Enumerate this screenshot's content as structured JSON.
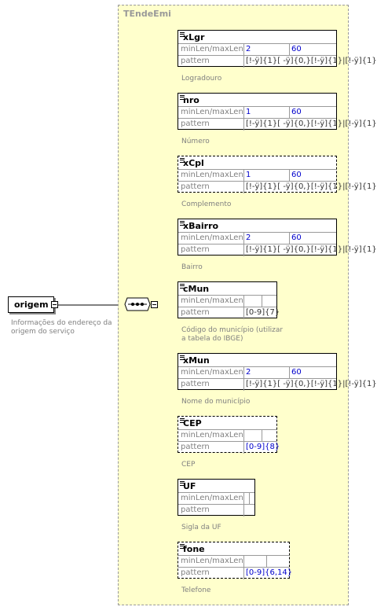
{
  "root": {
    "name": "origem",
    "doc": [
      "Informações do endereço da",
      "origem do serviço"
    ]
  },
  "complex_type": "TEndeEmi",
  "elements": [
    {
      "name": "xLgr",
      "optional": false,
      "min_label": "minLen/maxLen",
      "min": "2",
      "max": "60",
      "pattern_label": "pattern",
      "pattern": "[!-ÿ]{1}[ -ÿ]{0,}[!-ÿ]{1}|[!-ÿ]{1}",
      "doc": [
        "Logradouro"
      ]
    },
    {
      "name": "nro",
      "optional": false,
      "min_label": "minLen/maxLen",
      "min": "1",
      "max": "60",
      "pattern_label": "pattern",
      "pattern": "[!-ÿ]{1}[ -ÿ]{0,}[!-ÿ]{1}|[!-ÿ]{1}",
      "doc": [
        "Número"
      ]
    },
    {
      "name": "xCpl",
      "optional": true,
      "min_label": "minLen/maxLen",
      "min": "1",
      "max": "60",
      "pattern_label": "pattern",
      "pattern": "[!-ÿ]{1}[ -ÿ]{0,}[!-ÿ]{1}|[!-ÿ]{1}",
      "doc": [
        "Complemento"
      ]
    },
    {
      "name": "xBairro",
      "optional": false,
      "min_label": "minLen/maxLen",
      "min": "2",
      "max": "60",
      "pattern_label": "pattern",
      "pattern": "[!-ÿ]{1}[ -ÿ]{0,}[!-ÿ]{1}|[!-ÿ]{1}",
      "doc": [
        "Bairro"
      ]
    },
    {
      "name": "cMun",
      "optional": false,
      "min_label": "minLen/maxLen",
      "min": "",
      "max": "",
      "pattern_label": "pattern",
      "pattern": "[0-9]{7}",
      "doc": [
        "Código do município (utilizar",
        "a tabela do IBGE)"
      ]
    },
    {
      "name": "xMun",
      "optional": false,
      "min_label": "minLen/maxLen",
      "min": "2",
      "max": "60",
      "pattern_label": "pattern",
      "pattern": "[!-ÿ]{1}[ -ÿ]{0,}[!-ÿ]{1}|[!-ÿ]{1}",
      "doc": [
        "Nome do município"
      ]
    },
    {
      "name": "CEP",
      "optional": true,
      "min_label": "minLen/maxLen",
      "min": "",
      "max": "",
      "pattern_label": "pattern",
      "pattern": "[0-9]{8}",
      "doc": [
        "CEP"
      ]
    },
    {
      "name": "UF",
      "optional": false,
      "min_label": "minLen/maxLen",
      "min": "",
      "max": "",
      "pattern_label": "pattern",
      "pattern": "",
      "doc": [
        "Sigla da UF"
      ]
    },
    {
      "name": "fone",
      "optional": true,
      "min_label": "minLen/maxLen",
      "min": "",
      "max": "",
      "pattern_label": "pattern",
      "pattern": "[0-9]{6,14}",
      "doc": [
        "Telefone"
      ]
    }
  ]
}
